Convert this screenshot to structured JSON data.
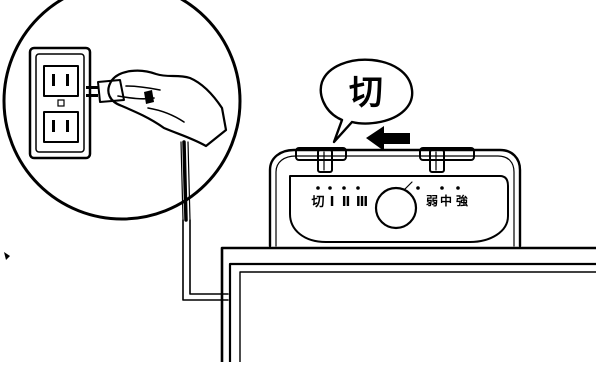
{
  "callout": {
    "text": "切"
  },
  "control_panel": {
    "switch_labels": [
      "切",
      "Ⅰ",
      "Ⅱ",
      "Ⅲ"
    ],
    "speed_labels": [
      "弱",
      "中",
      "強"
    ]
  }
}
